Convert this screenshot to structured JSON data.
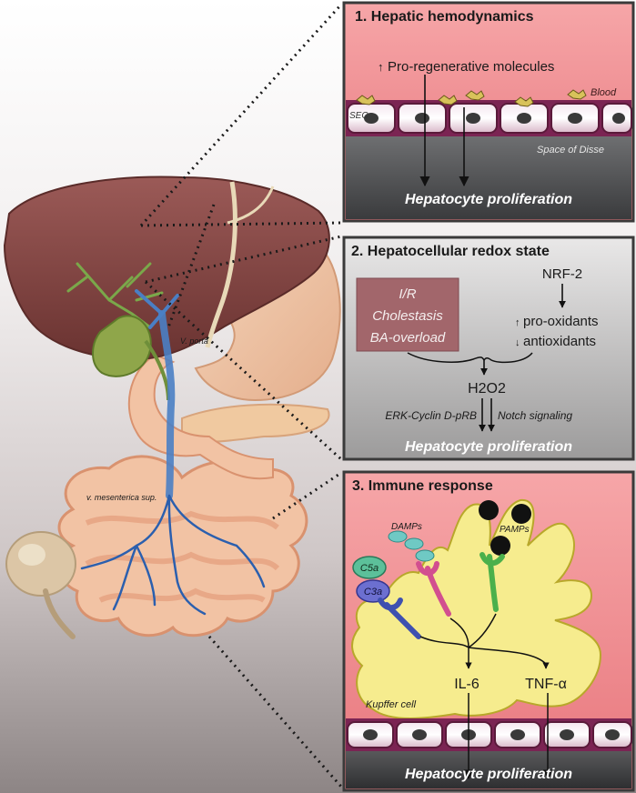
{
  "anatomy": {
    "portal_vein_label": "V. porta",
    "mesenteric_vein_label": "v. mesenterica sup."
  },
  "panel1": {
    "title": "1. Hepatic hemodynamics",
    "molecules": "Pro-regenerative molecules",
    "up_arrow": "↑",
    "sec": "SEC",
    "blood": "Blood",
    "space_of_disse": "Space of Disse",
    "outcome": "Hepatocyte proliferation"
  },
  "panel2": {
    "title": "2. Hepatocellular redox state",
    "injuries": [
      "I/R",
      "Cholestasis",
      "BA-overload"
    ],
    "nrf2": "NRF-2",
    "pro_oxidants": "pro-oxidants",
    "antioxidants": "antioxidants",
    "up_arrow": "↑",
    "down_arrow": "↓",
    "h2o2": "H2O2",
    "erk_pathway": "ERK-Cyclin D-pRB",
    "notch": "Notch signaling",
    "outcome": "Hepatocyte proliferation"
  },
  "panel3": {
    "title": "3. Immune response",
    "damps": "DAMPs",
    "pamps": "PAMPs",
    "c5a": "C5a",
    "c3a": "C3a",
    "il6": "IL-6",
    "tnf": "TNF-α",
    "kupffer": "Kupffer cell",
    "outcome": "Hepatocyte proliferation"
  }
}
